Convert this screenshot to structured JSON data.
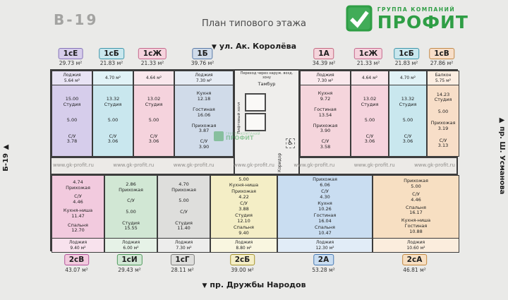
{
  "header": {
    "building_code": "В-19",
    "title": "План типового этажа",
    "logo_line1": "ГРУППА КОМПАНИЙ",
    "logo_line2": "ПРОФИТ"
  },
  "streets": {
    "top": "ул. Ак. Королёва",
    "bottom": "пр. Дружбы Народов",
    "left_building": "Б-19",
    "right": "пр. Ш. Усманова"
  },
  "icons": {
    "arrow_down": "▼",
    "arrow_left": "◀",
    "arrow_right": "▶",
    "wheelchair": "♿"
  },
  "watermark": "www.gk-profit.ru",
  "colors": {
    "brand_green": "#2f9e45",
    "wall": "#3c3c3c"
  },
  "core": {
    "passage": "Переход через наруж. возд. зону",
    "tambour": "Тамбур",
    "elevator_hall": "Лифтовый холл",
    "corridor": "Коридор"
  },
  "apartments_top": [
    {
      "name": "1сЕ",
      "total": "29.73 м²",
      "fill": "#d6cdeb",
      "accent": "#8673b8",
      "loggia": [
        "Лоджия",
        "5.64 м²"
      ],
      "rooms": [
        [
          "15.00",
          "Студия"
        ],
        [
          "5.00"
        ],
        [
          "С/У",
          "3.78"
        ]
      ]
    },
    {
      "name": "1сБ",
      "total": "21.83 м²",
      "fill": "#c9e7ee",
      "accent": "#3f96aa",
      "loggia": [
        "4.70 м²"
      ],
      "rooms": [
        [
          "13.32",
          "Студия"
        ],
        [
          "5.00"
        ],
        [
          "С/У",
          "3.06"
        ]
      ]
    },
    {
      "name": "1сЖ",
      "total": "21.33 м²",
      "fill": "#f5d3dd",
      "accent": "#c4688c",
      "loggia": [
        "4.64 м²"
      ],
      "rooms": [
        [
          "13.02",
          "Студия"
        ],
        [
          "5.00"
        ],
        [
          "С/У",
          "3.06"
        ]
      ]
    },
    {
      "name": "1Б",
      "total": "39.76 м²",
      "fill": "#d0dbe9",
      "accent": "#5a7ba8",
      "loggia": [
        "Лоджия",
        "7.30 м²"
      ],
      "rooms": [
        [
          "Кухня",
          "12.18"
        ],
        [
          "Гостиная",
          "16.06"
        ],
        [
          "Прихожая",
          "3.87"
        ],
        [
          "С/У",
          "3.90"
        ]
      ]
    },
    {
      "name": "1А",
      "total": "34.39 м²",
      "fill": "#f5d5dc",
      "accent": "#c46880",
      "loggia": [
        "Лоджия",
        "7.30 м²"
      ],
      "rooms": [
        [
          "Кухня",
          "9.72"
        ],
        [
          "Гостиная",
          "13.54"
        ],
        [
          "Прихожая",
          "3.90"
        ],
        [
          "С/У",
          "3.58"
        ]
      ]
    },
    {
      "name": "1сЖ",
      "total": "21.33 м²",
      "fill": "#f5d3dd",
      "accent": "#c4688c",
      "loggia": [
        "4.64 м²"
      ],
      "rooms": [
        [
          "13.02",
          "Студия"
        ],
        [
          "5.00"
        ],
        [
          "С/У",
          "3.06"
        ]
      ]
    },
    {
      "name": "1сБ",
      "total": "21.83 м²",
      "fill": "#c9e7ee",
      "accent": "#3f96aa",
      "loggia": [
        "4.70 м²"
      ],
      "rooms": [
        [
          "13.32",
          "Студия"
        ],
        [
          "5.00"
        ],
        [
          "С/У",
          "3.06"
        ]
      ]
    },
    {
      "name": "1сВ",
      "total": "27.86 м²",
      "fill": "#f7dec8",
      "accent": "#c28a4a",
      "loggia": [
        "Балкон",
        "5.75 м²"
      ],
      "rooms": [
        [
          "14.23",
          "Студия"
        ],
        [
          "5.00"
        ],
        [
          "Прихожая",
          "3.19"
        ],
        [
          "С/У",
          "3.13"
        ]
      ]
    }
  ],
  "apartments_bottom": [
    {
      "name": "2сВ",
      "total": "43.07 м²",
      "fill": "#f2cade",
      "accent": "#b2539a",
      "loggia": [
        "Лоджия",
        "9.40 м²"
      ],
      "rooms": [
        [
          "4.74",
          "Прихожая"
        ],
        [
          "С/У",
          "4.46"
        ],
        [
          "Кухня-ниша",
          "11.47"
        ],
        [
          "Спальня",
          "12.70"
        ]
      ]
    },
    {
      "name": "1сИ",
      "total": "29.43 м²",
      "fill": "#d1e7d4",
      "accent": "#4f9a5c",
      "loggia": [
        "Лоджия",
        "6.00 м²"
      ],
      "rooms": [
        [
          "2.86",
          "Прихожая"
        ],
        [
          "С/У"
        ],
        [
          "5.00"
        ],
        [
          "Студия",
          "15.55"
        ]
      ]
    },
    {
      "name": "1сГ",
      "total": "28.11 м²",
      "fill": "#dededc",
      "accent": "#7d7d7b",
      "loggia": [
        "Лоджия",
        "7.30 м²"
      ],
      "rooms": [
        [
          "4.70",
          "Прихожая"
        ],
        [
          "5.00"
        ],
        [
          "С/У"
        ],
        [
          "Студия",
          "11.40"
        ]
      ]
    },
    {
      "name": "2сБ",
      "total": "39.00 м²",
      "fill": "#f4eec6",
      "accent": "#a6952f",
      "loggia": [
        "Лоджия",
        "8.80 м²"
      ],
      "rooms": [
        [
          "5.00",
          "Кухня-ниша"
        ],
        [
          "Прихожая",
          "4.22"
        ],
        [
          "С/У",
          "3.88"
        ],
        [
          "Студия",
          "12.10"
        ],
        [
          "Спальня",
          "9.40"
        ]
      ]
    },
    {
      "name": "2А",
      "total": "53.28 м²",
      "fill": "#c9ddf1",
      "accent": "#4678b2",
      "loggia": [
        "Лоджия",
        "12.30 м²"
      ],
      "rooms": [
        [
          "Прихожая",
          "6.06"
        ],
        [
          "С/У",
          "4.30"
        ],
        [
          "Кухня",
          "10.26"
        ],
        [
          "Гостиная",
          "16.04"
        ],
        [
          "Спальня",
          "10.47"
        ]
      ]
    },
    {
      "name": "2сА",
      "total": "46.81 м²",
      "fill": "#f7dfc2",
      "accent": "#c2883f",
      "loggia": [
        "Лоджия",
        "10.60 м²"
      ],
      "rooms": [
        [
          "Прихожая",
          "5.00"
        ],
        [
          "С/У",
          "4.46"
        ],
        [
          "Спальня",
          "16.17"
        ],
        [
          "Кухня-ниша",
          "Гостиная",
          "10.88"
        ]
      ]
    }
  ]
}
